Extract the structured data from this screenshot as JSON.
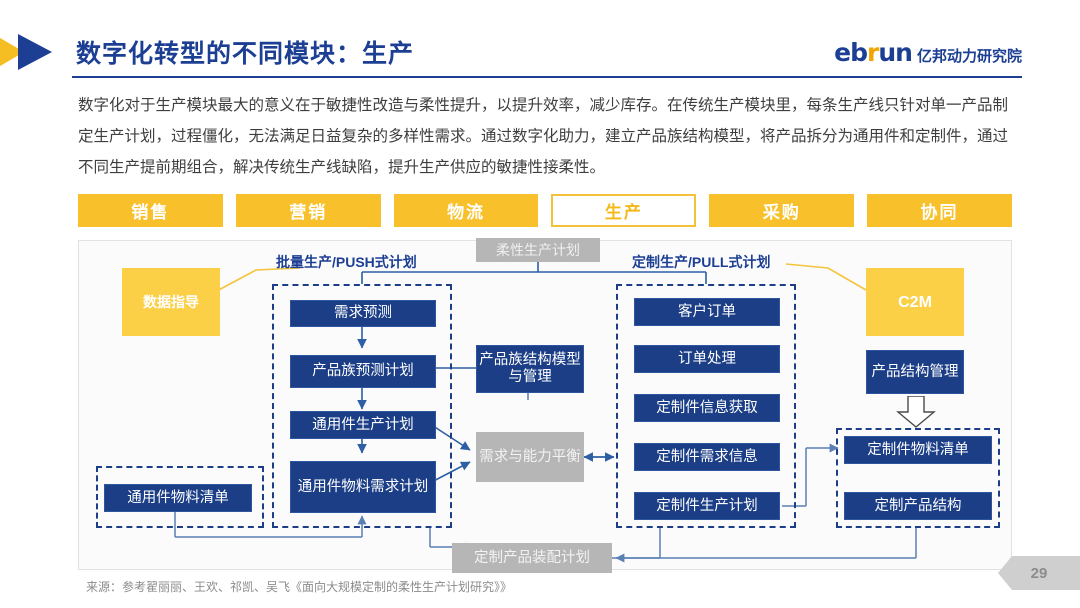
{
  "header": {
    "title": "数字化转型的不同模块：生产",
    "logo_latin_1": "eb",
    "logo_latin_r": "r",
    "logo_latin_2": "un",
    "logo_cn": "亿邦动力研究院",
    "accent_blue": "#1c3f94",
    "accent_yellow": "#f8c12c"
  },
  "paragraph": "数字化对于生产模块最大的意义在于敏捷性改造与柔性提升，以提升效率，减少库存。在传统生产模块里，每条生产线只针对单一产品制定生产计划，过程僵化，无法满足日益复杂的多样性需求。通过数字化助力，建立产品族结构模型，将产品拆分为通用件和定制件，通过不同生产提前期组合，解决传统生产线缺陷，提升生产供应的敏捷性接柔性。",
  "tabs": [
    {
      "label": "销售",
      "active": false
    },
    {
      "label": "营销",
      "active": false
    },
    {
      "label": "物流",
      "active": false
    },
    {
      "label": "生产",
      "active": true
    },
    {
      "label": "采购",
      "active": false
    },
    {
      "label": "协同",
      "active": false
    }
  ],
  "diagram": {
    "group_labels": {
      "push": "批量生产/PUSH式计划",
      "pull": "定制生产/PULL式计划",
      "center_tag": "柔性生产计划"
    },
    "left_callout": "数据指导",
    "right_callout": "C2M",
    "push_nodes": [
      "需求预测",
      "产品族预测计划",
      "通用件生产计划",
      "通用件物料需求计划"
    ],
    "bom_left": "通用件物料清单",
    "center_nodes": {
      "model": "产品族结构模型与管理",
      "balance": "需求与能力平衡"
    },
    "pull_nodes": [
      "客户订单",
      "订单处理",
      "定制件信息获取",
      "定制件需求信息",
      "定制件生产计划"
    ],
    "right_nodes": {
      "structure_mgmt": "产品结构管理",
      "bom_custom": "定制件物料清单",
      "struct_custom": "定制产品结构"
    },
    "bottom_node": "定制产品装配计划"
  },
  "source": "来源：参考翟丽丽、王欢、祁凯、吴飞《面向大规模定制的柔性生产计划研究》》",
  "page_number": "29"
}
